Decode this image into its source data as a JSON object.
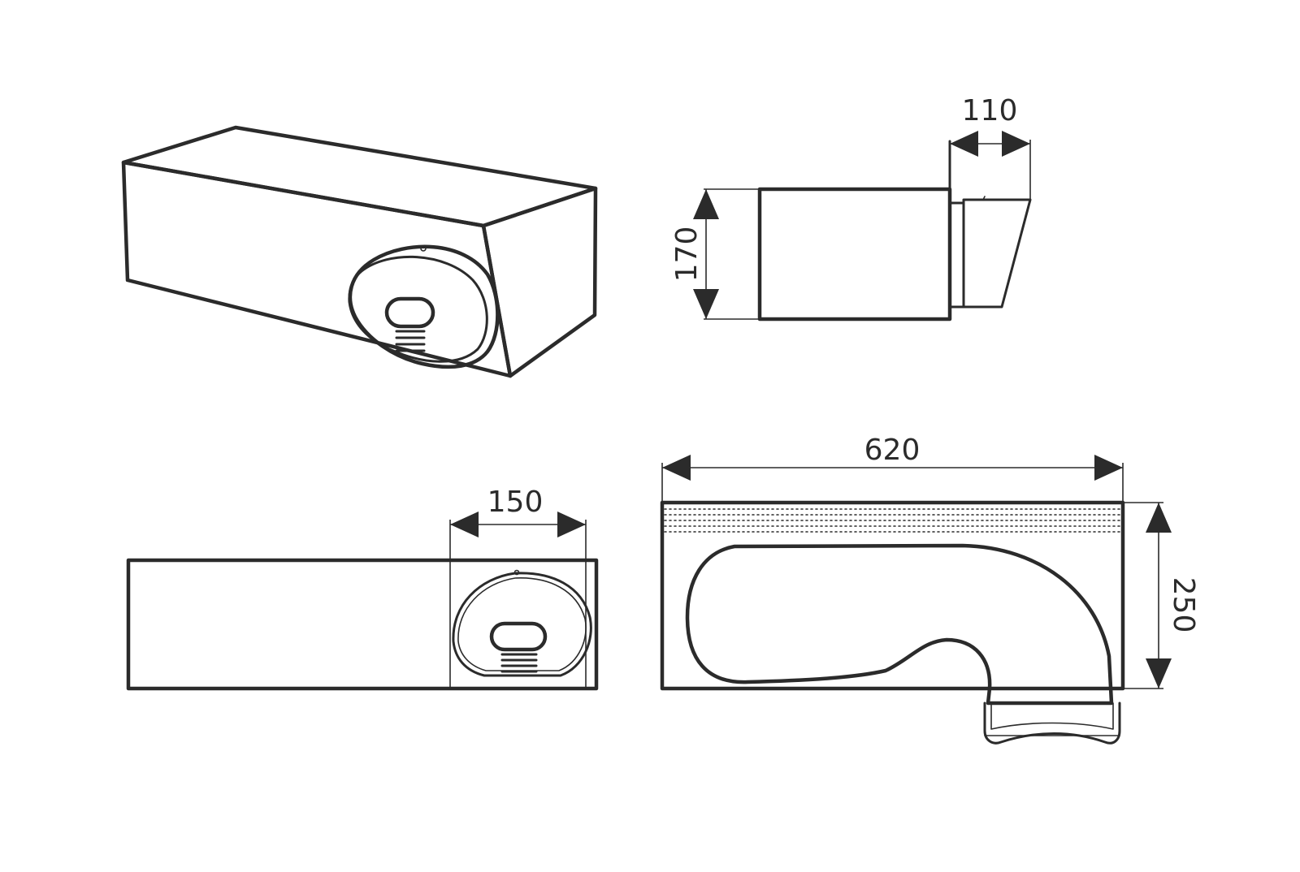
{
  "dimensions": {
    "duct_depth": "110",
    "duct_height_side": "170",
    "outlet_width": "150",
    "total_length": "620",
    "total_height": "250"
  },
  "colors": {
    "line": "#2b2b2b",
    "background": "#ffffff"
  }
}
